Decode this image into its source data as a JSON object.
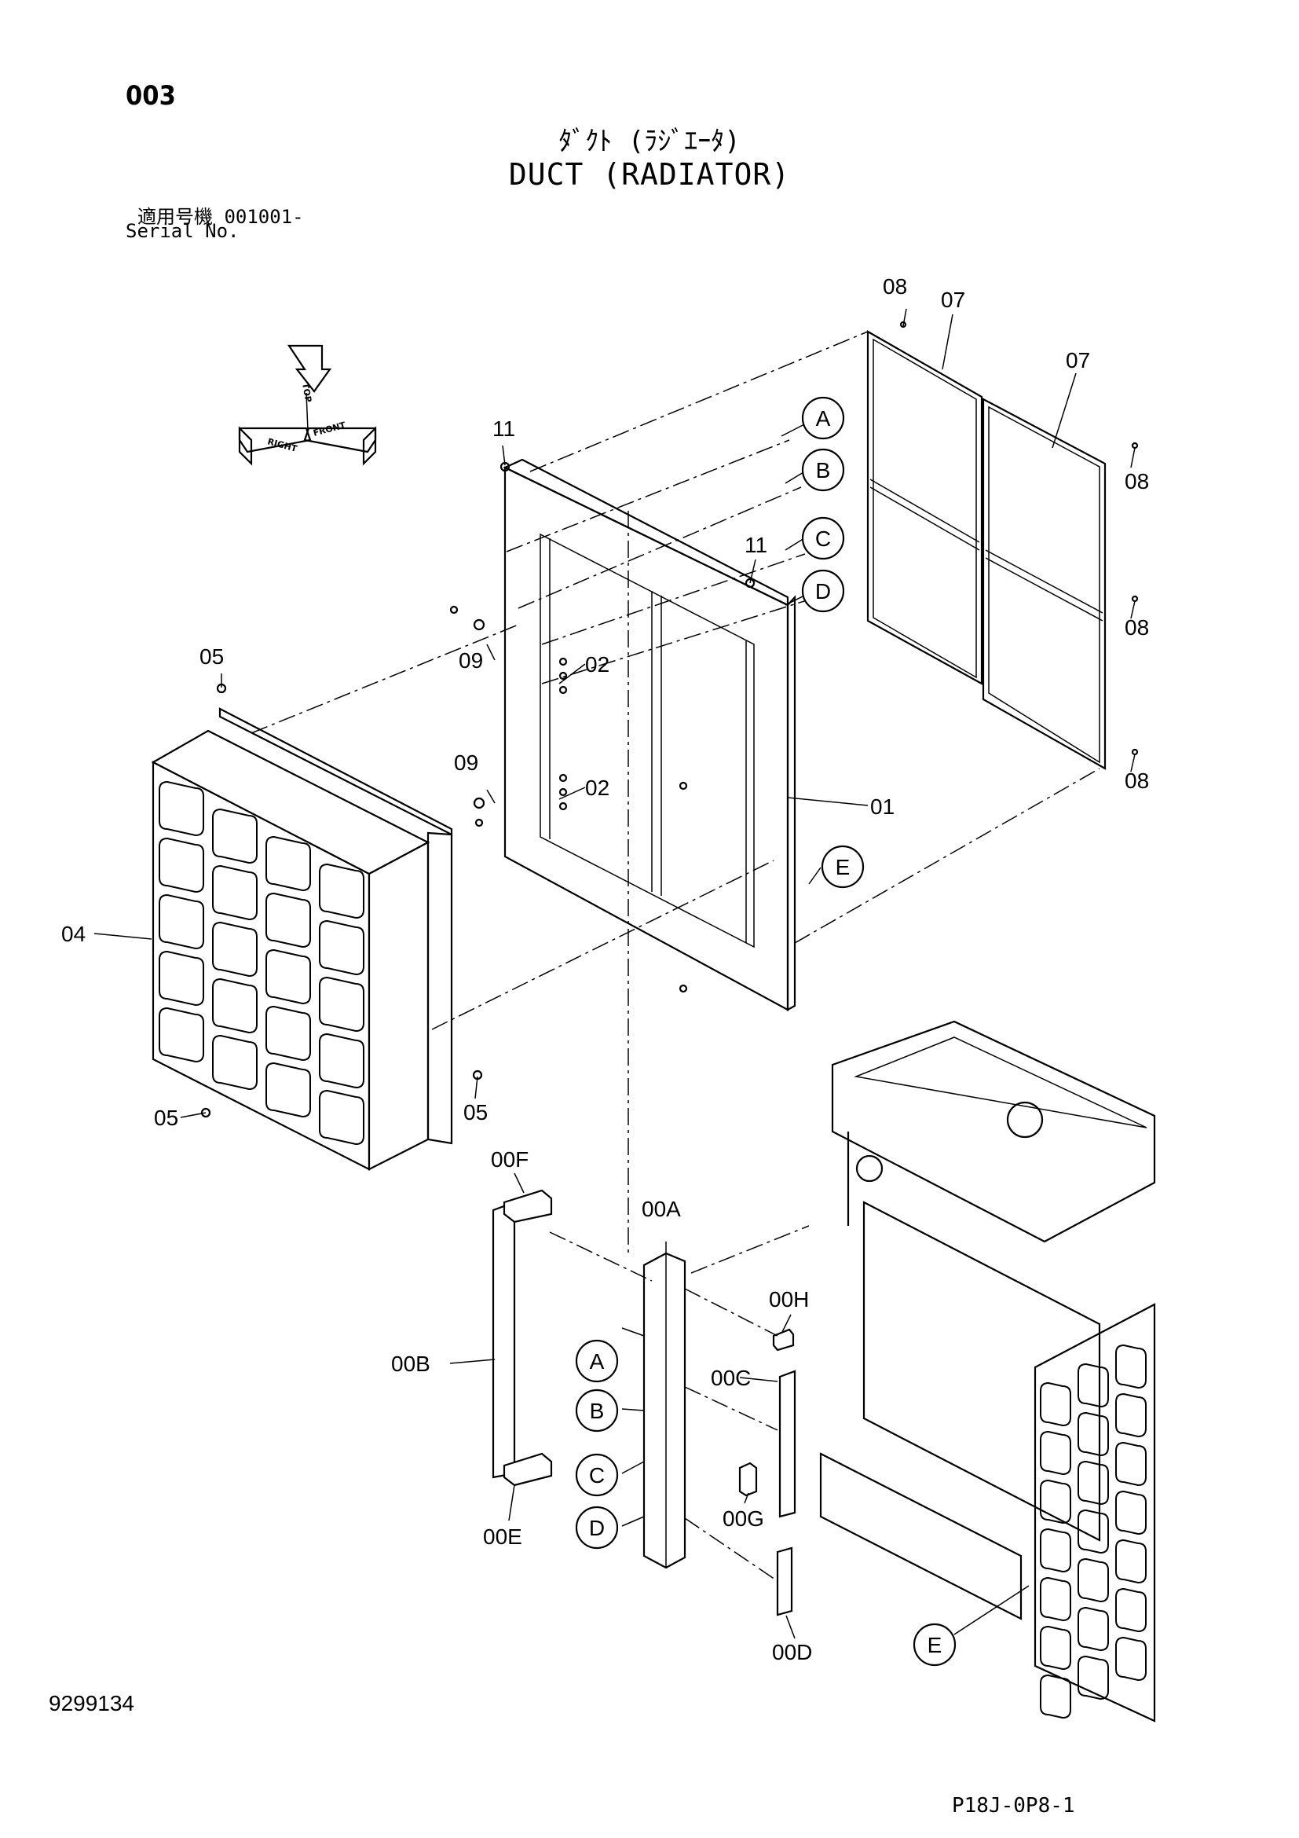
{
  "header": {
    "page_number": "003",
    "title_jp": "ﾀﾞｸﾄ (ﾗｼﾞｴｰﾀ)",
    "title_en": "DUCT (RADIATOR)",
    "serial_label_jp": "適用号機  001001-",
    "serial_label_en": "Serial No."
  },
  "direction_indicator": {
    "top": "TOP",
    "right": "RIGHT",
    "front": "FRONT"
  },
  "part_labels": {
    "p01": "01",
    "p02a": "02",
    "p02b": "02",
    "p04": "04",
    "p05a": "05",
    "p05b": "05",
    "p05c": "05",
    "p07a": "07",
    "p07b": "07",
    "p08a": "08",
    "p08b": "08",
    "p08c": "08",
    "p08d": "08",
    "p09a": "09",
    "p09b": "09",
    "p11a": "11",
    "p11b": "11",
    "p00A": "00A",
    "p00B": "00B",
    "p00C": "00C",
    "p00D": "00D",
    "p00E": "00E",
    "p00F": "00F",
    "p00G": "00G",
    "p00H": "00H"
  },
  "reference_markers": {
    "upper_A": "A",
    "upper_B": "B",
    "upper_C": "C",
    "upper_D": "D",
    "upper_E": "E",
    "lower_A": "A",
    "lower_B": "B",
    "lower_C": "C",
    "lower_D": "D",
    "lower_E": "E"
  },
  "footer": {
    "document_number": "9299134",
    "drawing_code": "P18J-0P8-1"
  }
}
